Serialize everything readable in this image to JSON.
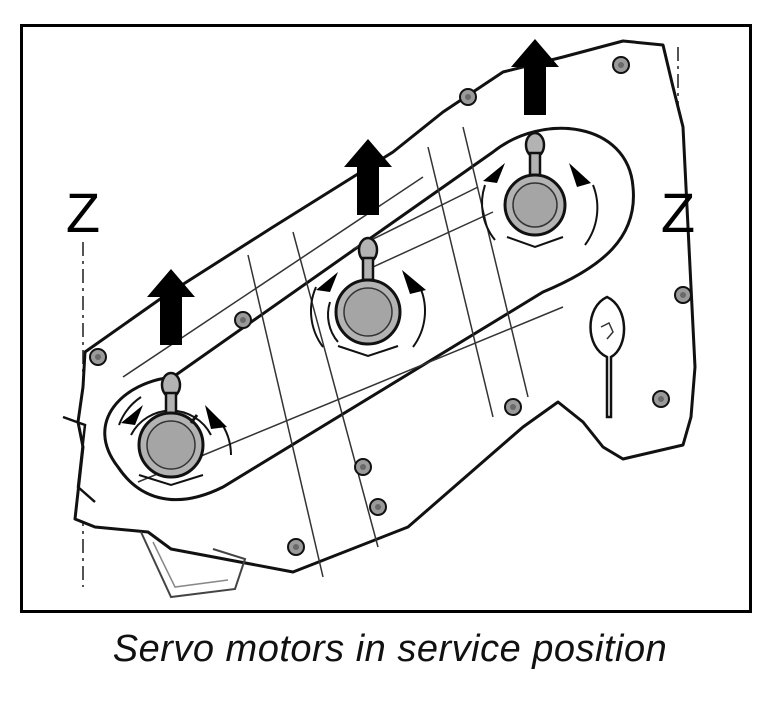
{
  "figure": {
    "caption": "Servo motors in service position",
    "axis_left_label": "Z",
    "axis_right_label": "Z",
    "colors": {
      "line": "#111111",
      "hub": "#b3b3b3",
      "screw": "#9a9a9a",
      "background": "#ffffff"
    }
  }
}
